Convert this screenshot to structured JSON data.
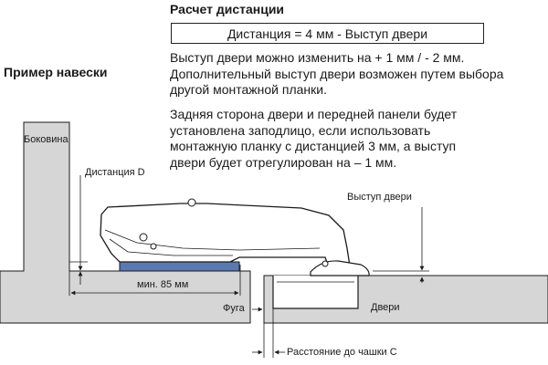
{
  "distance_calc": {
    "title": "Расчет дистанции",
    "formula": "Дистанция = 4 мм - Выступ двери"
  },
  "mounting_example_title": "Пример навески",
  "paragraphs": [
    [
      "Выступ двери можно изменить на + 1 мм / - 2 мм.",
      "Дополнительный выступ двери возможен путем выбора",
      "другой монтажной планки."
    ],
    [
      "Задняя сторона двери и передней панели будет",
      "установлена заподлицо, если использовать",
      "монтажную планку с дистанцией 3 мм, а выступ",
      "двери будет отрегулирован на – 1 мм."
    ]
  ],
  "labels": {
    "side_panel": "Боковина",
    "distance_d": "Дистанция D",
    "min_85": "мин. 85 мм",
    "gap": "Фуга",
    "door": "Двери",
    "door_protrusion": "Выступ двери",
    "cup_distance": "Расстояние до чашки С"
  },
  "colors": {
    "panel_fill": "#d6d6d6",
    "mounting_plate": "#5b78b0",
    "line": "#1a1a1a"
  }
}
